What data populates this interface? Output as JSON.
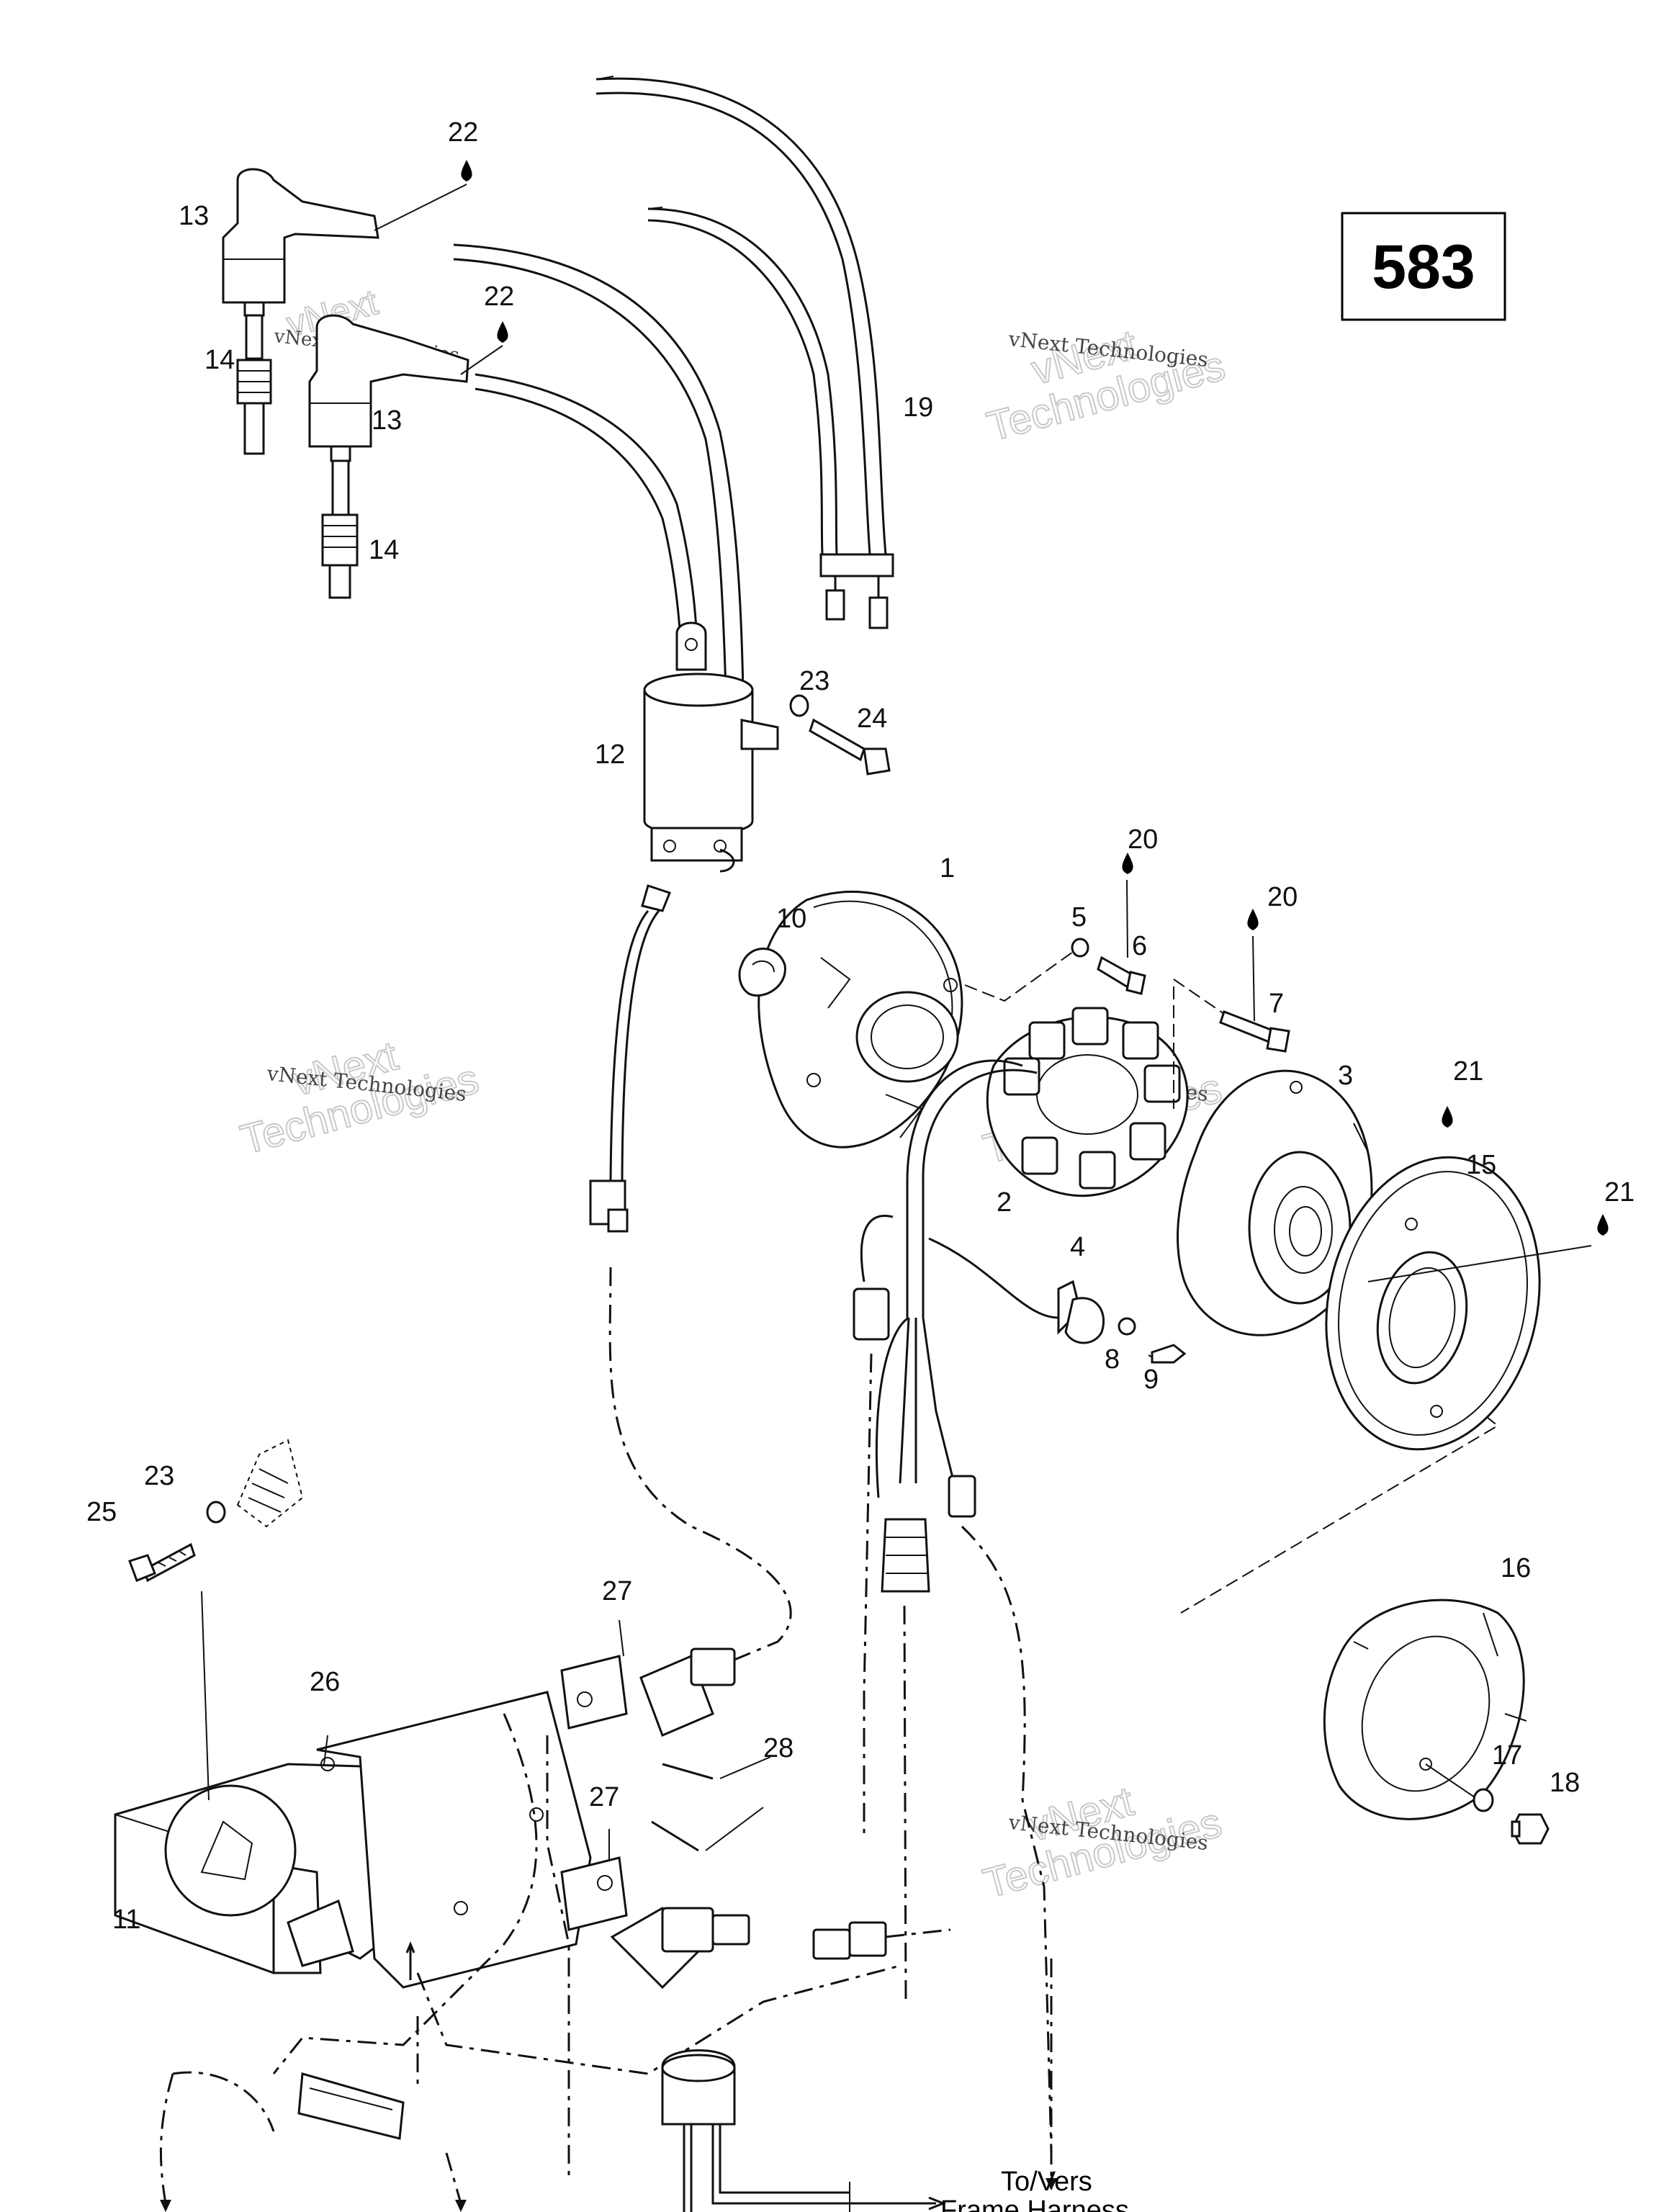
{
  "diagram": {
    "engine_label": "583",
    "watermark_line1": "vNext Technologies",
    "watermark_line2a": "vNext",
    "watermark_line2b": "Technologies",
    "destination_line1": "To/Vers",
    "destination_line2": "Frame Harness",
    "callouts": {
      "c1": "1",
      "c2": "2",
      "c3": "3",
      "c4": "4",
      "c5": "5",
      "c6": "6",
      "c7": "7",
      "c8": "8",
      "c9": "9",
      "c10": "10",
      "c11": "11",
      "c12": "12",
      "c13a": "13",
      "c13b": "13",
      "c14a": "14",
      "c14b": "14",
      "c15": "15",
      "c16": "16",
      "c17": "17",
      "c18": "18",
      "c19": "19",
      "c20a": "20",
      "c20b": "20",
      "c21a": "21",
      "c21b": "21",
      "c22a": "22",
      "c22b": "22",
      "c23a": "23",
      "c23b": "23",
      "c24": "24",
      "c25": "25",
      "c26": "26",
      "c27a": "27",
      "c27b": "27",
      "c28": "28"
    }
  }
}
